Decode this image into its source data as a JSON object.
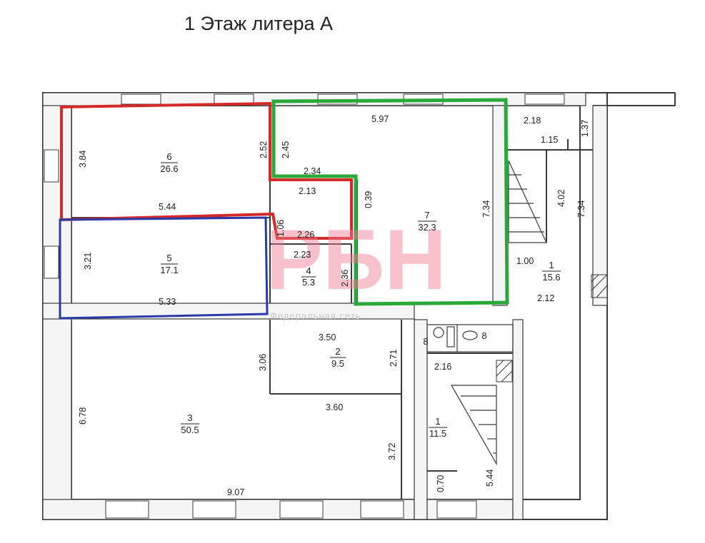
{
  "title": "1 Этаж литера А",
  "watermark": {
    "logo": "РБН",
    "subtitle": "Федеральная сеть"
  },
  "colors": {
    "wall": "#3a3a3a",
    "highlight_red": "#d42a2a",
    "highlight_blue": "#2a3aa8",
    "highlight_green": "#2aa83a",
    "watermark": "#f07a90"
  },
  "rooms": [
    {
      "id": "r6",
      "number": "6",
      "area": "26.6"
    },
    {
      "id": "r5",
      "number": "5",
      "area": "17.1"
    },
    {
      "id": "r4",
      "number": "4",
      "area": "5.3"
    },
    {
      "id": "r7",
      "number": "7",
      "area": "32.3"
    },
    {
      "id": "r1a",
      "number": "1",
      "area": "15.6"
    },
    {
      "id": "r2",
      "number": "2",
      "area": "9.5"
    },
    {
      "id": "r3",
      "number": "3",
      "area": "50.5"
    },
    {
      "id": "r1b",
      "number": "1",
      "area": "11.5"
    },
    {
      "id": "r8a",
      "number": "8",
      "area": ""
    },
    {
      "id": "r8b",
      "number": "8",
      "area": ""
    }
  ],
  "dimensions": [
    "5.97",
    "2.18",
    "1.37",
    "1.15",
    "3.84",
    "2.52",
    "2.45",
    "2.34",
    "2.13",
    "0.39",
    "7.34",
    "4.02",
    "7.34",
    "5.44",
    "1.06",
    "2.26",
    "2.23",
    "3.21",
    "2.36",
    "1.00",
    "5.33",
    "2.12",
    "3.50",
    "3.06",
    "2.71",
    "2.16",
    "6.78",
    "3.60",
    "3.72",
    "0.70",
    "5.44",
    "9.07"
  ]
}
